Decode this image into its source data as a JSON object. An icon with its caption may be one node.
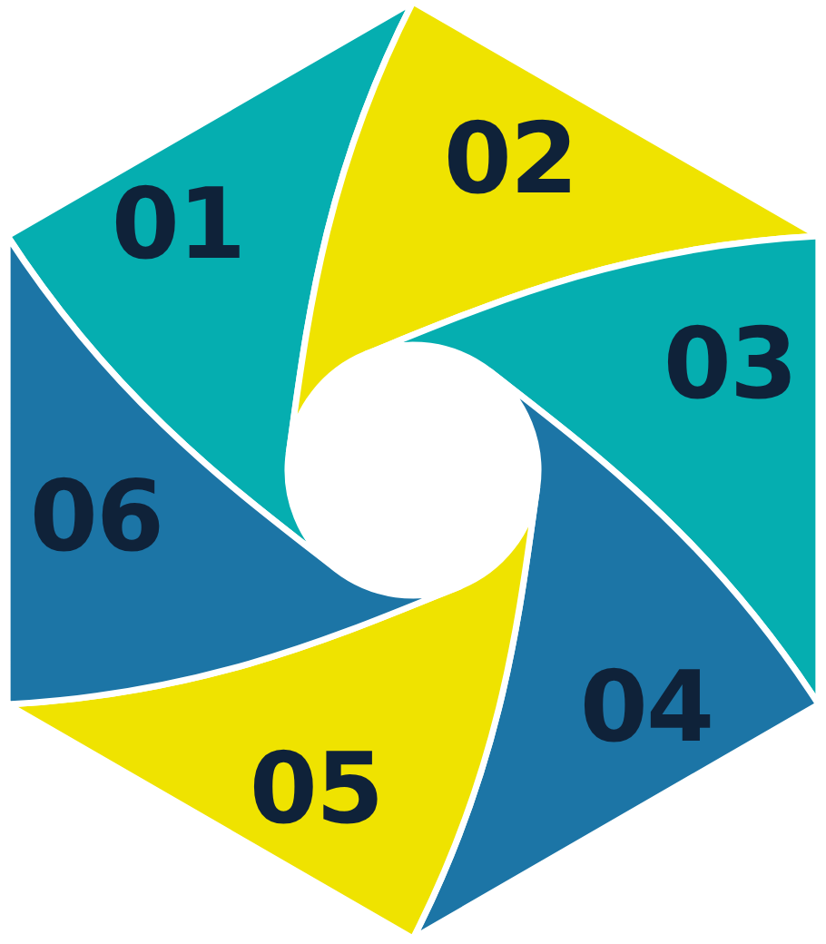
{
  "diagram": {
    "nodes": [
      {
        "text": [
          "01"
        ]
      },
      {
        "text": [
          "02"
        ]
      },
      {
        "text": [
          "03"
        ]
      },
      {
        "text": [
          "04"
        ]
      },
      {
        "text": [
          "05"
        ]
      },
      {
        "text": [
          "06"
        ]
      }
    ]
  }
}
